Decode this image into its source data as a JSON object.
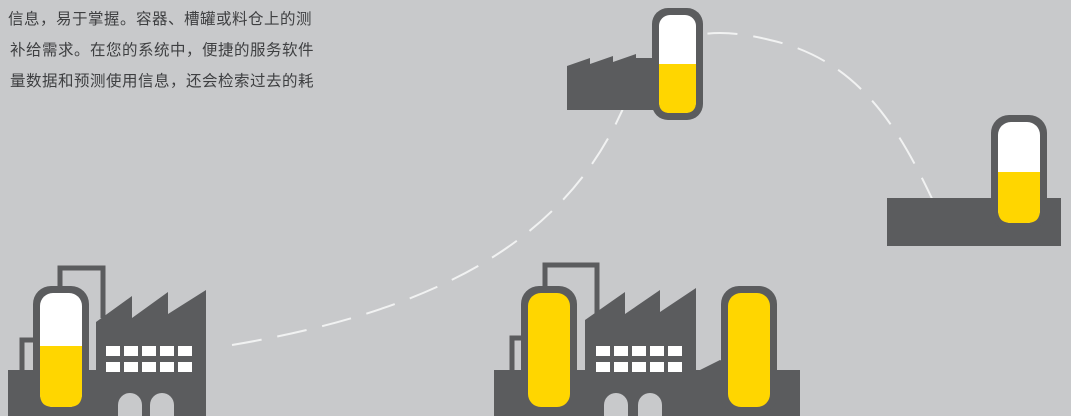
{
  "intro": {
    "lines": [
      "信息，易于掌握。容器、槽罐或料仓上的测",
      "补给需求。在您的系统中，便捷的服务软件",
      "量数据和预测使用信息，还会检索过去的耗"
    ]
  },
  "colors": {
    "background": "#c8c9cb",
    "building": "#5b5c5e",
    "tank_fill": "#ffd600",
    "tank_empty": "#ffffff",
    "dashed_route": "#ffffff",
    "text": "#3e3f41"
  },
  "illustrations": {
    "top_factory_tank_fill": 0.5,
    "right_depot_tank_fill": 0.5,
    "left_factory_tank_fill": 0.5,
    "center_factory_tank_fill": 1.0
  }
}
